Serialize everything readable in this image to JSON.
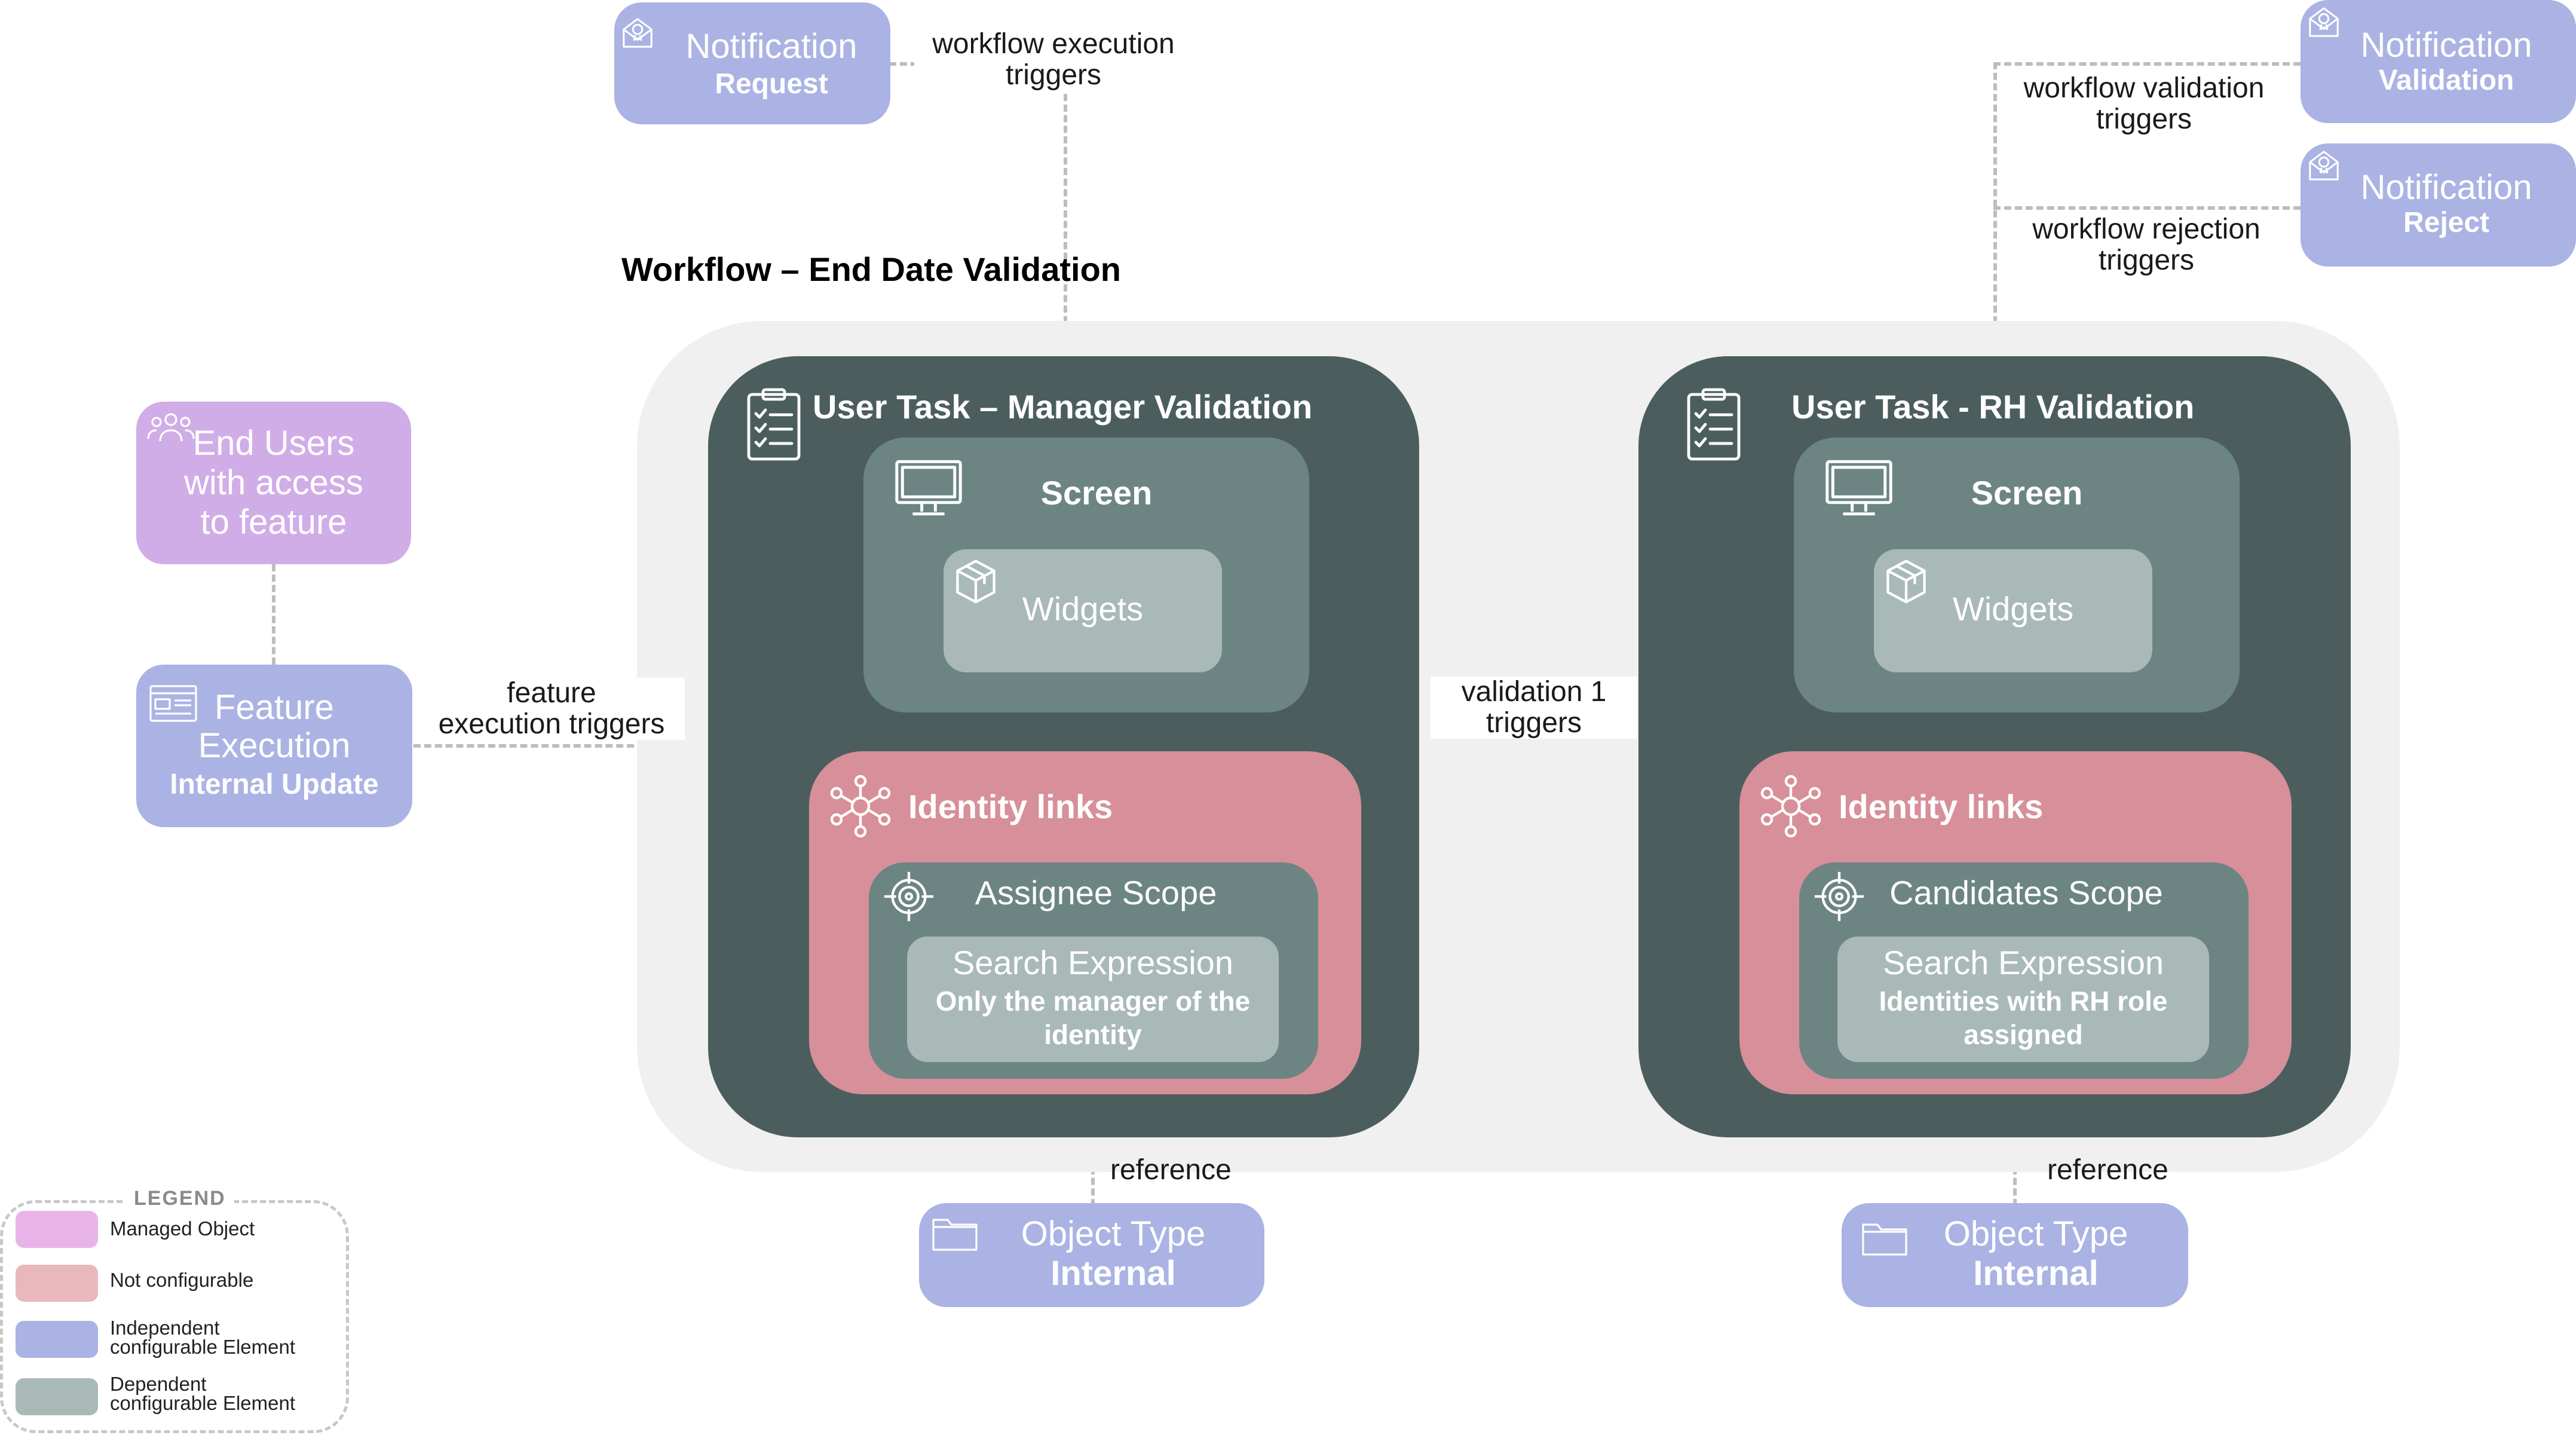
{
  "colors": {
    "managed_object": "#d1ade8",
    "not_configurable": "#e8b8bd",
    "independent_element": "#aab3e3",
    "dependent_element": "#a9b9b7",
    "task_bg": "#4b5e5d",
    "workflow_bg": "#f0f0f0"
  },
  "workflow": {
    "title": "Workflow – End Date Validation"
  },
  "notif_request": {
    "title": "Notification",
    "subtitle": "Request",
    "icon": "envelope-badge-icon"
  },
  "notif_validation": {
    "title": "Notification",
    "subtitle": "Validation",
    "icon": "envelope-badge-icon"
  },
  "notif_reject": {
    "title": "Notification",
    "subtitle": "Reject",
    "icon": "envelope-badge-icon"
  },
  "end_users": {
    "line1": "End Users",
    "line2": "with access",
    "line3": "to feature",
    "icon": "users-icon"
  },
  "feature": {
    "line1": "Feature",
    "line2": "Execution",
    "subtitle": "Internal Update",
    "icon": "browser-form-icon"
  },
  "labels": {
    "wf_exec_line1": "workflow execution",
    "wf_exec_line2": "triggers",
    "wf_valid_line1": "workflow validation",
    "wf_valid_line2": "triggers",
    "wf_reject_line1": "workflow rejection",
    "wf_reject_line2": "triggers",
    "feature_exec_line1": "feature",
    "feature_exec_line2": "execution triggers",
    "validation_line1": "validation 1",
    "validation_line2": "triggers",
    "reference_left": "reference",
    "reference_right": "reference"
  },
  "task1": {
    "title": "User Task – Manager Validation",
    "screen": "Screen",
    "widgets": "Widgets",
    "identity_links": "Identity links",
    "scope": "Assignee Scope",
    "search_title": "Search Expression",
    "search_line1": "Only the manager of the",
    "search_line2": "identity"
  },
  "task2": {
    "title": "User Task - RH Validation",
    "screen": "Screen",
    "widgets": "Widgets",
    "identity_links": "Identity links",
    "scope": "Candidates Scope",
    "search_title": "Search Expression",
    "search_line1": "Identities with RH role",
    "search_line2": "assigned"
  },
  "object_left": {
    "title": "Object Type",
    "subtitle": "Internal",
    "icon": "folder-icon"
  },
  "object_right": {
    "title": "Object Type",
    "subtitle": "Internal",
    "icon": "folder-icon"
  },
  "legend": {
    "title": "LEGEND",
    "items": [
      {
        "line1": "Managed Object",
        "line2": ""
      },
      {
        "line1": "Not configurable",
        "line2": ""
      },
      {
        "line1": "Independent",
        "line2": "configurable Element"
      },
      {
        "line1": "Dependent",
        "line2": "configurable Element"
      }
    ]
  }
}
